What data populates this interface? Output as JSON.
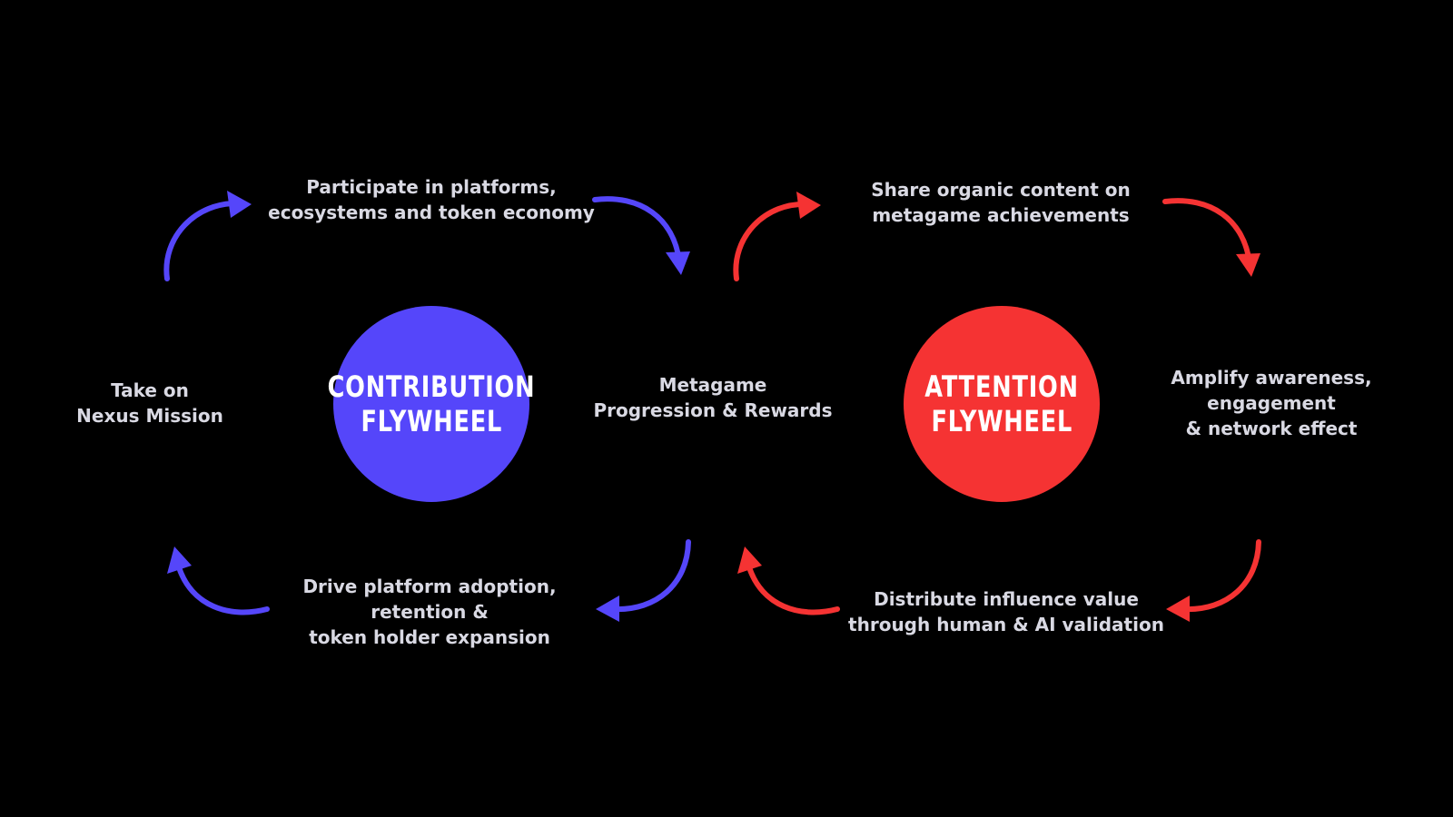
{
  "colors": {
    "background": "#000000",
    "contribution": "#5546fa",
    "attention": "#f53333",
    "text": "#d9d9e3"
  },
  "contribution": {
    "hub": {
      "line1": "CONTRIBUTION",
      "line2": "FLYWHEEL"
    },
    "top": {
      "line1": "Participate in platforms,",
      "line2": "ecosystems and token economy"
    },
    "left": {
      "line1": "Take on",
      "line2": "Nexus Mission"
    },
    "bottom": {
      "line1": "Drive platform adoption,",
      "line2": "retention &",
      "line3": "token holder expansion"
    }
  },
  "center": {
    "line1": "Metagame",
    "line2": "Progression & Rewards"
  },
  "attention": {
    "hub": {
      "line1": "ATTENTION",
      "line2": "FLYWHEEL"
    },
    "top": {
      "line1": "Share organic content on",
      "line2": "metagame achievements"
    },
    "right": {
      "line1": "Amplify awareness,",
      "line2": "engagement",
      "line3": "& network effect"
    },
    "bottom": {
      "line1": "Distribute influence value",
      "line2": "through human & AI validation"
    }
  },
  "arrows": [
    {
      "name": "arrow-contribution-top-left",
      "color": "contribution"
    },
    {
      "name": "arrow-contribution-top-right",
      "color": "contribution"
    },
    {
      "name": "arrow-contribution-bottom-right",
      "color": "contribution"
    },
    {
      "name": "arrow-contribution-bottom-left",
      "color": "contribution"
    },
    {
      "name": "arrow-attention-top-left",
      "color": "attention"
    },
    {
      "name": "arrow-attention-top-right",
      "color": "attention"
    },
    {
      "name": "arrow-attention-bottom-right",
      "color": "attention"
    },
    {
      "name": "arrow-attention-bottom-left",
      "color": "attention"
    }
  ]
}
